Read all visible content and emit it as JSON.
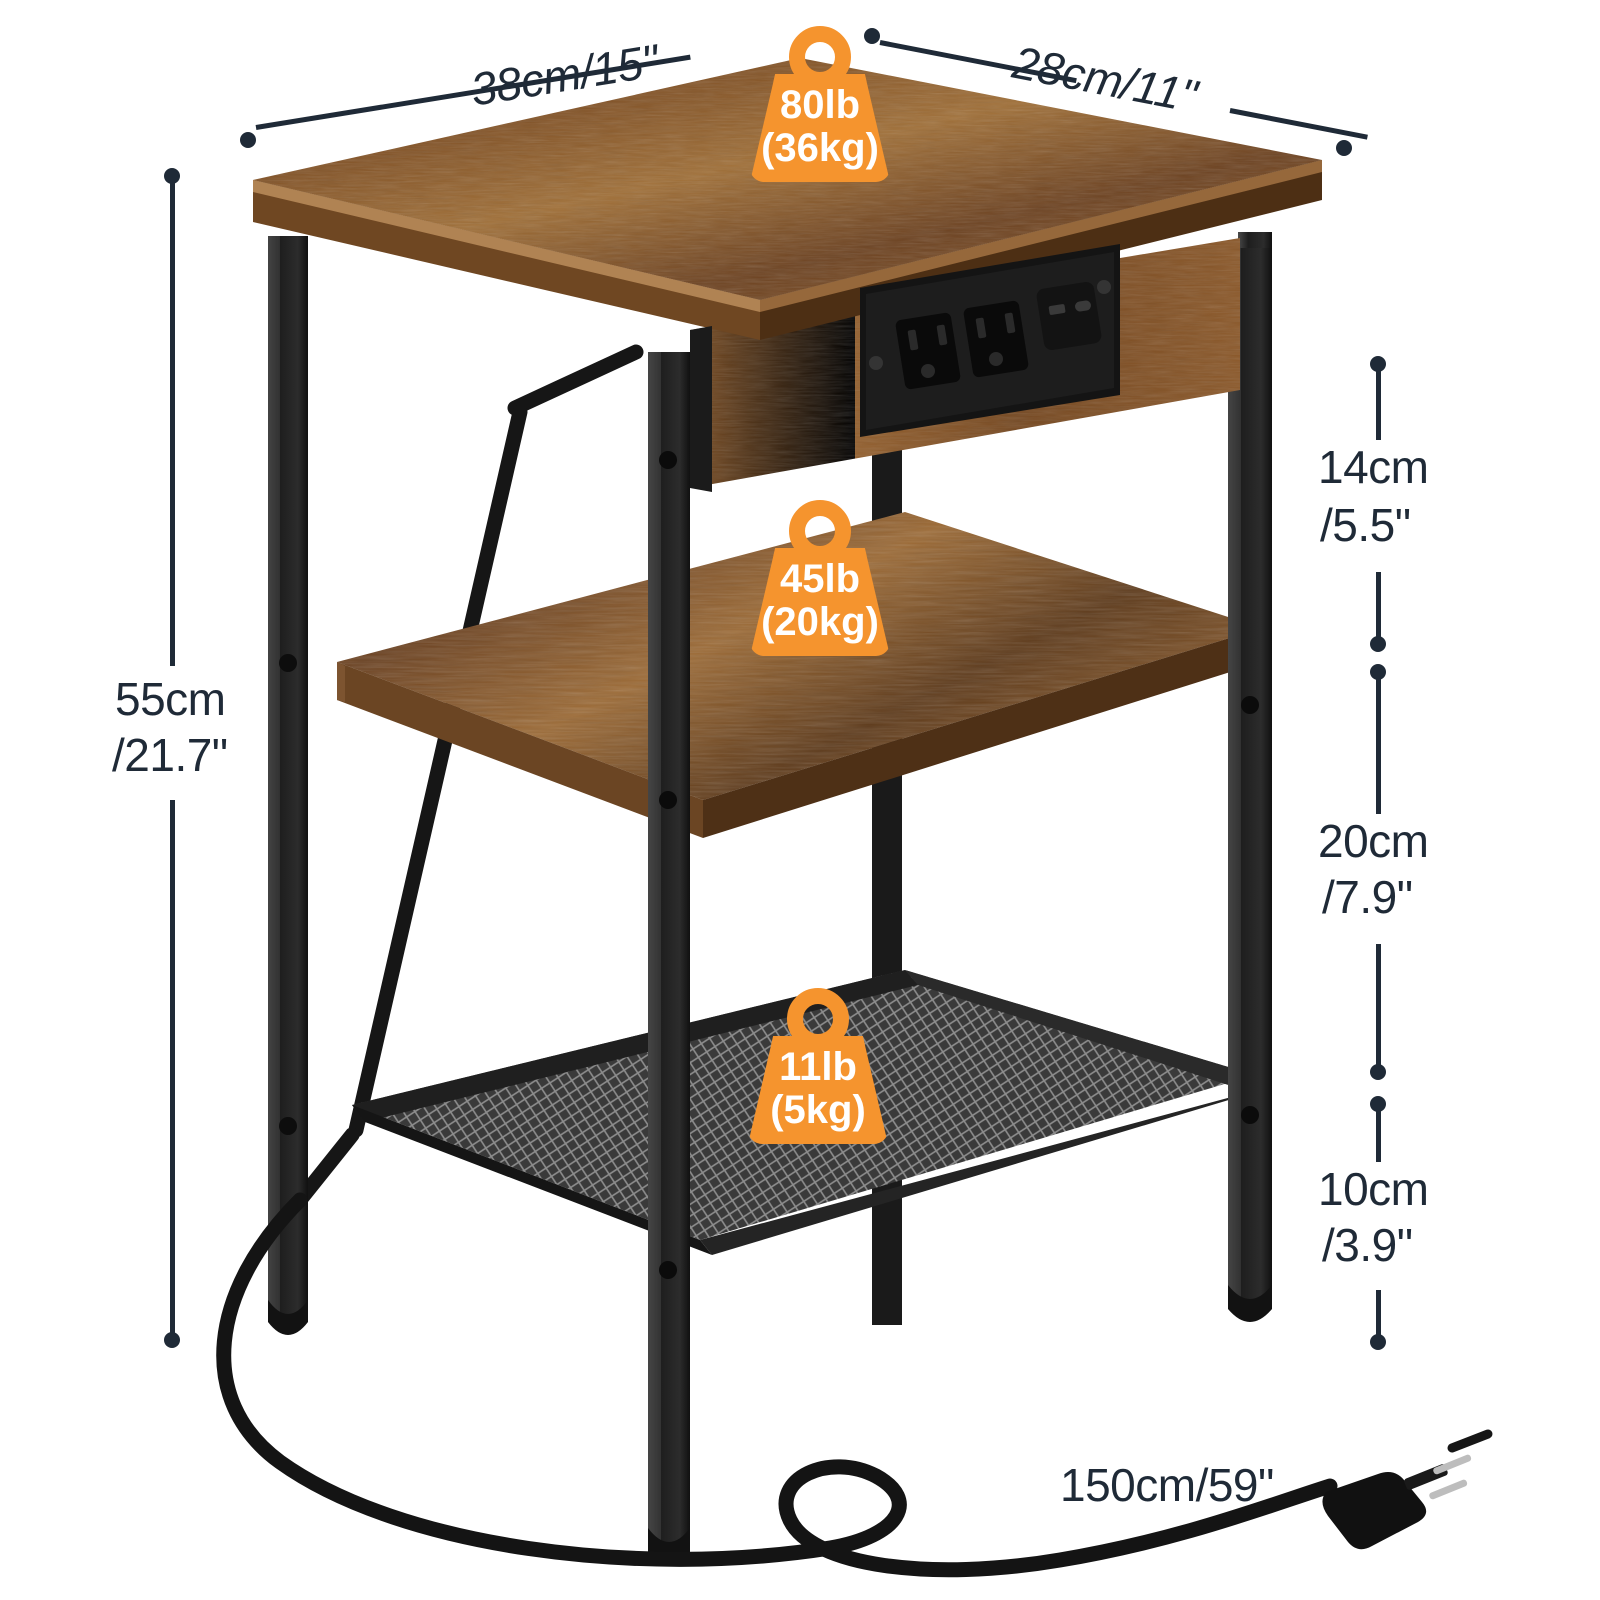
{
  "product": {
    "type": "end-table-with-charging-station",
    "finish_color": "#8a5a2b",
    "frame_color": "#1c1c1c",
    "accent_color": "#F5942E",
    "dimension_text_color": "#1f2a37"
  },
  "dimensions": {
    "width": {
      "label": "38cm/15\"",
      "value_cm": 38,
      "value_in": 15
    },
    "depth": {
      "label": "28cm/11\"",
      "value_cm": 28,
      "value_in": 11
    },
    "height": {
      "line1": "55cm",
      "line2": "/21.7\"",
      "value_cm": 55,
      "value_in": 21.7
    },
    "top_to_middle": {
      "line1": "14cm",
      "line2": "/5.5\"",
      "value_cm": 14,
      "value_in": 5.5
    },
    "middle_to_mesh": {
      "line1": "20cm",
      "line2": "/7.9\"",
      "value_cm": 20,
      "value_in": 7.9
    },
    "mesh_to_floor": {
      "line1": "10cm",
      "line2": "/3.9\"",
      "value_cm": 10,
      "value_in": 3.9
    },
    "cord": {
      "label": "150cm/59\"",
      "value_cm": 150,
      "value_in": 59
    }
  },
  "weight_badges": [
    {
      "id": "top-shelf",
      "lb": "80lb",
      "kg": "(36kg)"
    },
    {
      "id": "middle-shelf",
      "lb": "45lb",
      "kg": "(20kg)"
    },
    {
      "id": "mesh-shelf",
      "lb": "11lb",
      "kg": "(5kg)"
    }
  ],
  "power_panel": {
    "outlets": 2,
    "usb_a_ports": 1,
    "usb_c_ports": 1,
    "plug_type": "3-prong"
  }
}
